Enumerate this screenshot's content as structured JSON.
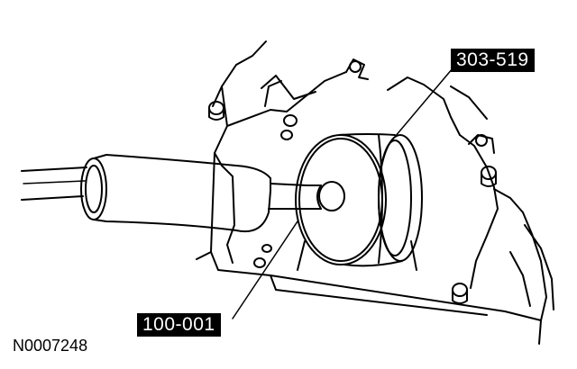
{
  "callouts": {
    "seal_installer": "303-519",
    "slide_hammer": "100-001"
  },
  "figure_id": "N0007248"
}
